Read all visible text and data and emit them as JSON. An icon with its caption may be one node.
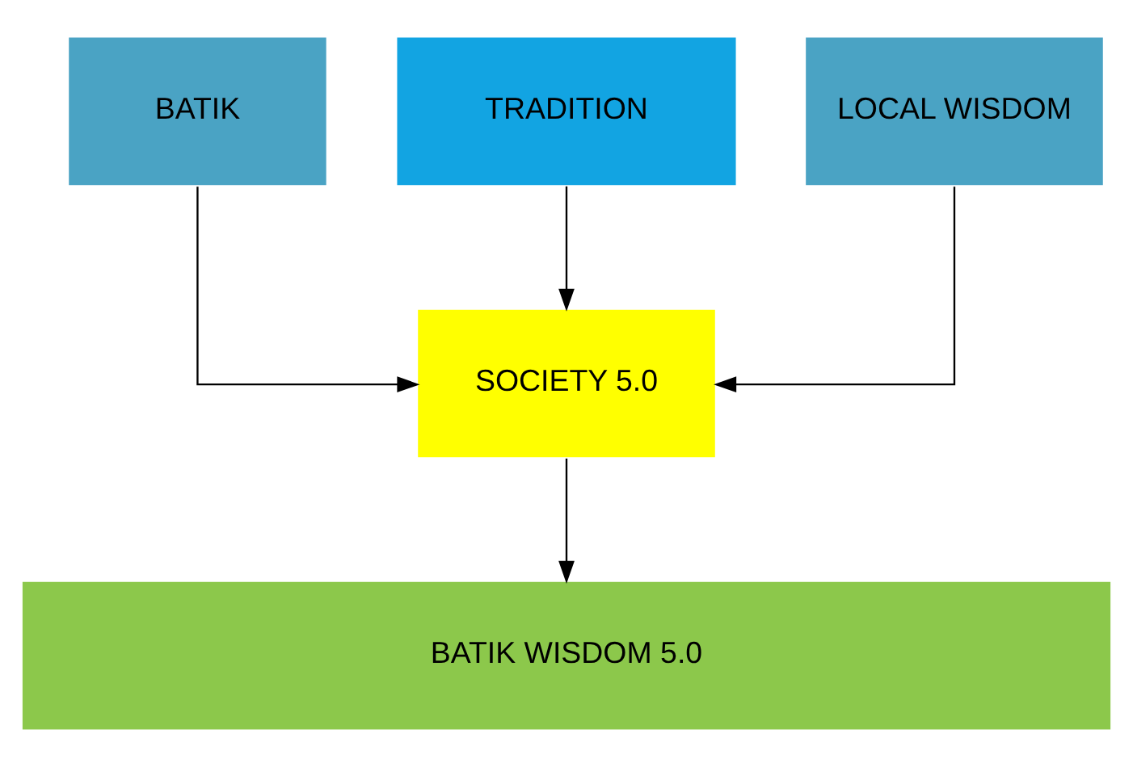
{
  "diagram": {
    "nodes": [
      {
        "text": [
          "BATIK"
        ]
      },
      {
        "text": [
          "TRADITION"
        ]
      },
      {
        "text": [
          "LOCAL WISDOM"
        ]
      },
      {
        "text": [
          "SOCIETY 5.0"
        ]
      },
      {
        "text": [
          "BATIK WISDOM 5.0"
        ]
      }
    ],
    "edges": [
      {
        "from": 0,
        "to": 3,
        "arrow": "to"
      },
      {
        "from": 1,
        "to": 3,
        "arrow": "to"
      },
      {
        "from": 2,
        "to": 3,
        "arrow": "to"
      },
      {
        "from": 3,
        "to": 4,
        "arrow": "to"
      }
    ]
  }
}
